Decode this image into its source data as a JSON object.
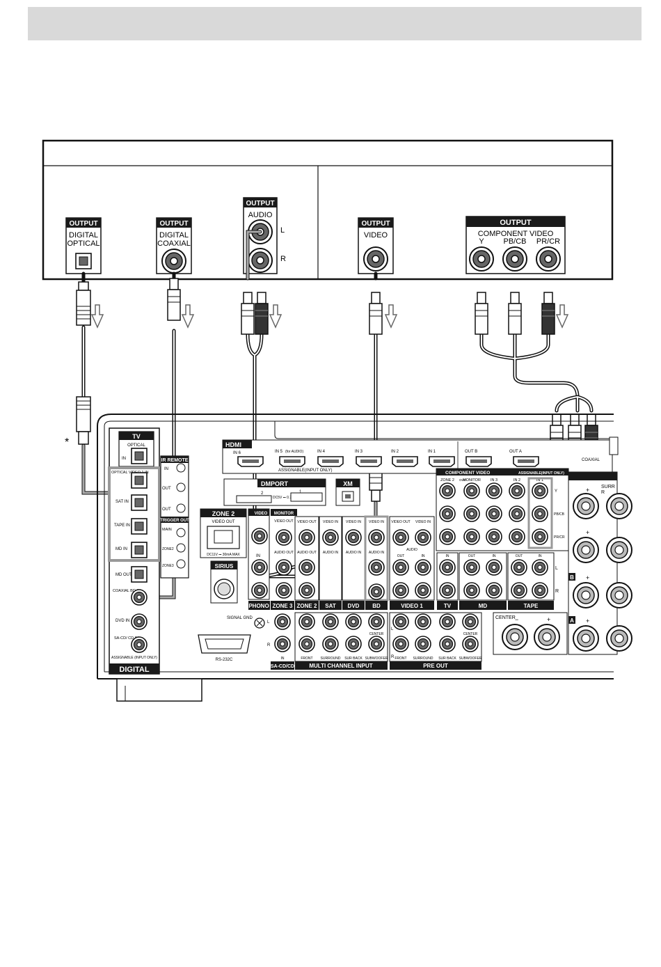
{
  "source": {
    "outputs": [
      {
        "id": "opt",
        "header": "OUTPUT",
        "lines": [
          "DIGITAL",
          "OPTICAL"
        ]
      },
      {
        "id": "coax",
        "header": "OUTPUT",
        "lines": [
          "DIGITAL",
          "COAXIAL"
        ]
      },
      {
        "id": "audio",
        "header": "OUTPUT",
        "lines": [
          "AUDIO"
        ],
        "ch_l": "L",
        "ch_r": "R"
      },
      {
        "id": "video",
        "header": "OUTPUT",
        "lines": [
          "VIDEO"
        ]
      },
      {
        "id": "comp",
        "header": "OUTPUT",
        "lines": [
          "COMPONENT VIDEO"
        ],
        "sub": [
          "Y",
          "PB/CB",
          "PR/CR"
        ]
      }
    ]
  },
  "asterisk": "*",
  "receiver": {
    "digital": {
      "tv": "TV",
      "tv_optical": "OPTICAL",
      "tv_in": "IN",
      "optical_video1": "OPTICAL VIDEO 1 IN",
      "sat_in": "SAT IN",
      "tape_in": "TAPE IN",
      "md_in": "MD IN",
      "md_out": "MD OUT",
      "coaxial_bd": "COAXIAL BD IN",
      "dvd_in": "DVD IN",
      "sacd_in": "SA-CD/ CD IN",
      "assignable": "ASSIGNABLE (INPUT ONLY)",
      "label": "DIGITAL"
    },
    "ir_remote": "IR REMOTE",
    "ir_in": "IN",
    "ir_out1": "OUT",
    "ir_out2": "OUT",
    "trigger": "TRIGGER OUT",
    "trigger_main": "MAIN",
    "trigger_z2": "ZONE2",
    "trigger_z3": "ZONE3",
    "hdmi": {
      "label": "HDMI",
      "in6": "IN 6",
      "in5": "IN 5",
      "in5_sub": "(for AUDIO)",
      "in4": "IN 4",
      "in3": "IN 3",
      "in2": "IN 2",
      "in1": "IN 1",
      "outb": "OUT B",
      "outa": "OUT A",
      "assignable": "ASSIGNABLE(INPUT ONLY)"
    },
    "dmport": {
      "label": "DMPORT",
      "p2": "2",
      "p1": "1",
      "power": "DC5V ⎓ 0.7A MAX"
    },
    "xm": "XM",
    "zone2": {
      "label": "ZONE 2",
      "sub": "VIDEO OUT",
      "power": "DC11V ⎓ 30mA MAX"
    },
    "sirius": "SIRIUS",
    "signal_gnd": "SIGNAL GND",
    "rs232c": "RS-232C",
    "monitor": "MONITOR",
    "video_col": "VIDEO",
    "cols": {
      "phono": "PHONO",
      "zone3": "ZONE 3",
      "zone2": "ZONE 2",
      "sat": "SAT",
      "dvd": "DVD",
      "bd": "BD",
      "video1": "VIDEO 1",
      "tv": "TV",
      "md": "MD",
      "tape": "TAPE"
    },
    "jack_labels": {
      "video_out": "VIDEO OUT",
      "video_in": "VIDEO IN",
      "audio_out": "AUDIO OUT",
      "audio_in": "AUDIO IN",
      "audio": "AUDIO",
      "out": "OUT",
      "in": "IN",
      "l": "L",
      "r": "R"
    },
    "mc": {
      "in": "IN",
      "sacd": "SA-CD/CD",
      "front": "FRONT",
      "surround": "SURROUND",
      "surback": "SUR BACK",
      "subwoofer": "SUBWOOFER",
      "center": "CENTER",
      "mci_label": "MULTI CHANNEL INPUT",
      "preout_label": "PRE OUT"
    },
    "component": {
      "label": "COMPONENT VIDEO",
      "assignable": "ASSIGNABLE(INPUT ONLY)",
      "zone2": "ZONE 2",
      "zone2_out": "OUT",
      "monitor": "MONITOR",
      "monitor_out": "OUT",
      "in3": "IN 3",
      "in2": "IN 2",
      "in1": "IN 1",
      "y": "Y",
      "pb": "PB/CB",
      "pr": "PR/CR"
    },
    "coaxial_right": "COAXIAL",
    "speakers": {
      "center": "CENTER",
      "minus": "−",
      "plus": "+",
      "surr": "SURR",
      "r": "R",
      "b": "B",
      "a": "A"
    }
  },
  "colors": {
    "header": "#d9d9d9",
    "label_bg": "#1a1a1a",
    "panel_fill": "#efefef"
  }
}
